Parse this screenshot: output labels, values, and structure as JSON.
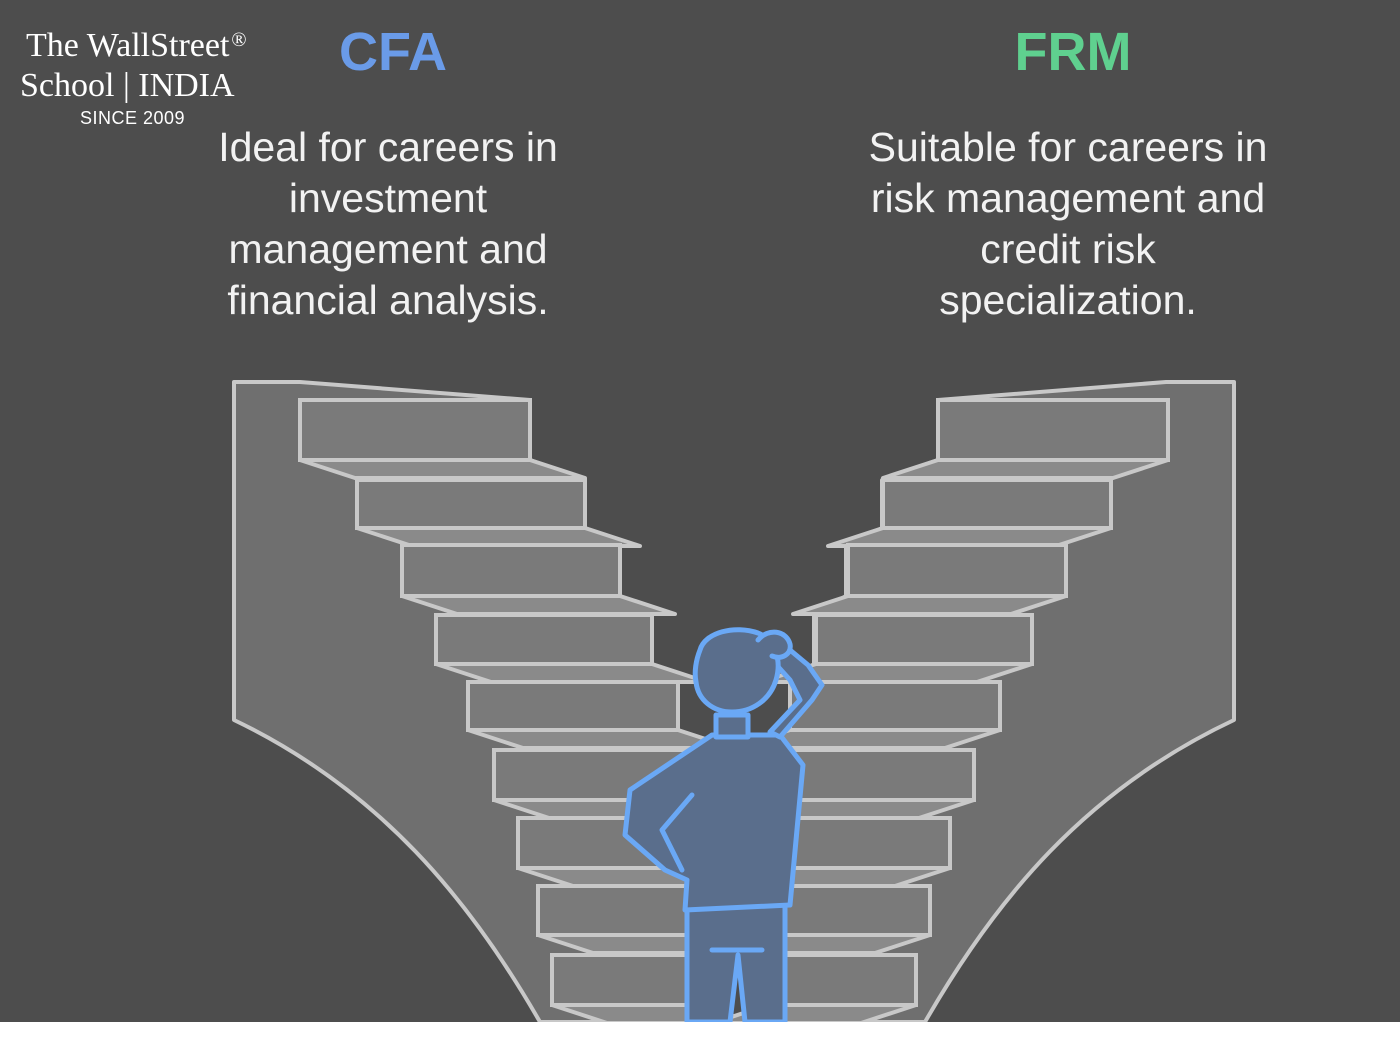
{
  "logo": {
    "line1": "The WallStreet",
    "registered": "®",
    "line2": "School | INDIA",
    "since": "SINCE 2009"
  },
  "cfa": {
    "title": "CFA",
    "description": "Ideal for careers in\ninvestment\nmanagement and\nfinancial analysis."
  },
  "frm": {
    "title": "FRM",
    "description": "Suitable for careers in\nrisk management and\ncredit risk\nspecialization."
  },
  "colors": {
    "background": "#4d4d4d",
    "cfa_accent": "#6a9be8",
    "frm_accent": "#5fd08f",
    "stair_fill": "#6f6f6f",
    "stair_edge": "#c8c8c8",
    "figure_fill": "#5a6e8c",
    "figure_outline": "#6aa8f5"
  },
  "icons": {
    "left_staircase": "staircase-icon",
    "right_staircase": "staircase-icon",
    "person": "thinking-person-icon"
  }
}
